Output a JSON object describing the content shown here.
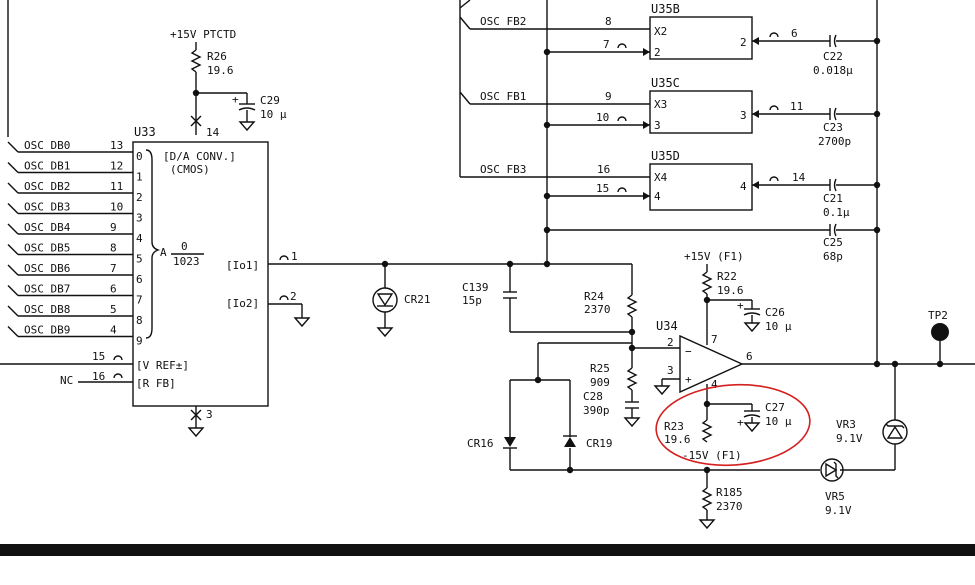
{
  "colors": {
    "ink": "#111111",
    "highlight": "#d42020",
    "paper": "#ffffff"
  },
  "u35b": {
    "name": "U35B",
    "input_net": "OSC FB2",
    "pin_in": "8",
    "pin_x": "X2",
    "pin_fb": "7",
    "pin_n": "2",
    "pin_out": "2",
    "pin_c": "6"
  },
  "u35c": {
    "name": "U35C",
    "input_net": "OSC FB1",
    "pin_in": "9",
    "pin_x": "X3",
    "pin_fb": "10",
    "pin_n": "3",
    "pin_out": "3",
    "pin_c": "11"
  },
  "u35d": {
    "name": "U35D",
    "input_net": "OSC FB3",
    "pin_in": "16",
    "pin_x": "X4",
    "pin_fb": "15",
    "pin_n": "4",
    "pin_out": "4",
    "pin_c": "14"
  },
  "caps_right": {
    "c22": {
      "ref": "C22",
      "value": "0.018μ"
    },
    "c23": {
      "ref": "C23",
      "value": "2700p"
    },
    "c21": {
      "ref": "C21",
      "value": "0.1μ"
    },
    "c25": {
      "ref": "C25",
      "value": "68p"
    }
  },
  "supply_top": {
    "label": "+15V PTCTD",
    "r26_ref": "R26",
    "r26_value": "19.6",
    "c29_ref": "C29",
    "c29_value": "10 μ"
  },
  "u33": {
    "ref": "U33",
    "func_line1": "[D/A CONV.]",
    "func_line2": "(CMOS)",
    "pin_vdd": "14",
    "pin_gnd": "3",
    "fraction_prefix": "A",
    "fraction_num": "0",
    "fraction_den": "1023",
    "io1": "[Io1]",
    "io1_pin": "1",
    "io2": "[Io2]",
    "io2_pin": "2",
    "vref": "[V REF±]",
    "vref_pin": "15",
    "rfb": "[R FB]",
    "rfb_pin": "16",
    "nc": "NC"
  },
  "data_bus": [
    {
      "net": "OSC DB0",
      "pin": "13",
      "bit": "0"
    },
    {
      "net": "OSC DB1",
      "pin": "12",
      "bit": "1"
    },
    {
      "net": "OSC DB2",
      "pin": "11",
      "bit": "2"
    },
    {
      "net": "OSC DB3",
      "pin": "10",
      "bit": "3"
    },
    {
      "net": "OSC DB4",
      "pin": "9",
      "bit": "4"
    },
    {
      "net": "OSC DB5",
      "pin": "8",
      "bit": "5"
    },
    {
      "net": "OSC DB6",
      "pin": "7",
      "bit": "6"
    },
    {
      "net": "OSC DB7",
      "pin": "6",
      "bit": "7"
    },
    {
      "net": "OSC DB8",
      "pin": "5",
      "bit": "8"
    },
    {
      "net": "OSC DB9",
      "pin": "4",
      "bit": "9"
    }
  ],
  "cr21": {
    "ref": "CR21"
  },
  "c139": {
    "ref": "C139",
    "value": "15p"
  },
  "r24": {
    "ref": "R24",
    "value": "2370"
  },
  "r25": {
    "ref": "R25",
    "value": "909"
  },
  "c28": {
    "ref": "C28",
    "value": "390p"
  },
  "cr16": {
    "ref": "CR16"
  },
  "cr19": {
    "ref": "CR19"
  },
  "u34": {
    "ref": "U34",
    "pin_inv": "2",
    "pin_noninv": "3",
    "pin_vpos": "7",
    "pin_vneg": "4",
    "pin_out": "6",
    "minus": "−",
    "plus": "+"
  },
  "supply_u34_pos": {
    "label": "+15V (F1)",
    "r22_ref": "R22",
    "r22_value": "19.6",
    "c26_ref": "C26",
    "c26_value": "10 μ"
  },
  "supply_u34_neg": {
    "label": "-15V (F1)",
    "r23_ref": "R23",
    "r23_value": "19.6",
    "c27_ref": "C27",
    "c27_value": "10 μ"
  },
  "r185": {
    "ref": "R185",
    "value": "2370"
  },
  "vr3": {
    "ref": "VR3",
    "value": "9.1V"
  },
  "vr5": {
    "ref": "VR5",
    "value": "9.1V"
  },
  "tp2": {
    "ref": "TP2"
  }
}
